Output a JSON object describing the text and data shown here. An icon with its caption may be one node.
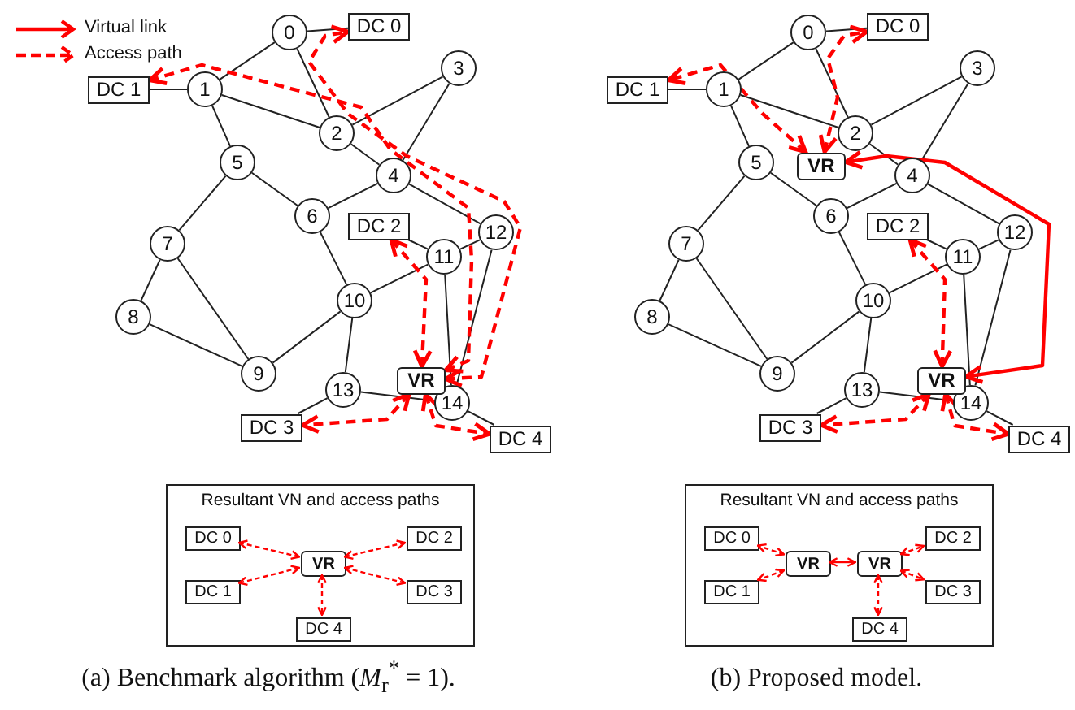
{
  "diagram": {
    "nodes": [
      {
        "text": [
          "0"
        ]
      },
      {
        "text": [
          "1"
        ]
      },
      {
        "text": [
          "2"
        ]
      },
      {
        "text": [
          "3"
        ]
      },
      {
        "text": [
          "4"
        ]
      },
      {
        "text": [
          "5"
        ]
      },
      {
        "text": [
          "6"
        ]
      },
      {
        "text": [
          "7"
        ]
      },
      {
        "text": [
          "8"
        ]
      },
      {
        "text": [
          "9"
        ]
      },
      {
        "text": [
          "10"
        ]
      },
      {
        "text": [
          "11"
        ]
      },
      {
        "text": [
          "12"
        ]
      },
      {
        "text": [
          "13"
        ]
      },
      {
        "text": [
          "14"
        ]
      },
      {
        "text": [
          "DC 0"
        ]
      },
      {
        "text": [
          "DC 1"
        ]
      },
      {
        "text": [
          "DC 2"
        ]
      },
      {
        "text": [
          "DC 3"
        ]
      },
      {
        "text": [
          "DC 4"
        ]
      },
      {
        "text": [
          "VR"
        ]
      },
      {
        "text": [
          "Resultant VN and access paths"
        ]
      },
      {
        "text": [
          "DC 0"
        ],
        "in": 21
      },
      {
        "text": [
          "DC 1"
        ],
        "in": 21
      },
      {
        "text": [
          "DC 2"
        ],
        "in": 21
      },
      {
        "text": [
          "DC 3"
        ],
        "in": 21
      },
      {
        "text": [
          "DC 4"
        ],
        "in": 21
      },
      {
        "text": [
          "VR"
        ],
        "in": 21
      },
      {
        "text": [
          "0"
        ]
      },
      {
        "text": [
          "1"
        ]
      },
      {
        "text": [
          "2"
        ]
      },
      {
        "text": [
          "3"
        ]
      },
      {
        "text": [
          "4"
        ]
      },
      {
        "text": [
          "5"
        ]
      },
      {
        "text": [
          "6"
        ]
      },
      {
        "text": [
          "7"
        ]
      },
      {
        "text": [
          "8"
        ]
      },
      {
        "text": [
          "9"
        ]
      },
      {
        "text": [
          "10"
        ]
      },
      {
        "text": [
          "11"
        ]
      },
      {
        "text": [
          "12"
        ]
      },
      {
        "text": [
          "13"
        ]
      },
      {
        "text": [
          "14"
        ]
      },
      {
        "text": [
          "DC 0"
        ]
      },
      {
        "text": [
          "DC 1"
        ]
      },
      {
        "text": [
          "DC 2"
        ]
      },
      {
        "text": [
          "DC 3"
        ]
      },
      {
        "text": [
          "DC 4"
        ]
      },
      {
        "text": [
          "VR"
        ]
      },
      {
        "text": [
          "VR"
        ]
      },
      {
        "text": [
          "Resultant VN and access paths"
        ]
      },
      {
        "text": [
          "DC 0"
        ],
        "in": 50
      },
      {
        "text": [
          "DC 1"
        ],
        "in": 50
      },
      {
        "text": [
          "VR"
        ],
        "in": 50
      },
      {
        "text": [
          "VR"
        ],
        "in": 50
      },
      {
        "text": [
          "DC 2"
        ],
        "in": 50
      },
      {
        "text": [
          "DC 3"
        ],
        "in": 50
      },
      {
        "text": [
          "DC 4"
        ],
        "in": 50
      }
    ],
    "edges": [
      {
        "from": 0,
        "to": 1,
        "arrow": "none"
      },
      {
        "from": 0,
        "to": 2,
        "arrow": "none"
      },
      {
        "from": 1,
        "to": 2,
        "arrow": "none"
      },
      {
        "from": 1,
        "to": 5,
        "arrow": "none"
      },
      {
        "from": 2,
        "to": 3,
        "arrow": "none"
      },
      {
        "from": 2,
        "to": 4,
        "arrow": "none"
      },
      {
        "from": 3,
        "to": 4,
        "arrow": "none"
      },
      {
        "from": 4,
        "to": 6,
        "arrow": "none"
      },
      {
        "from": 4,
        "to": 12,
        "arrow": "none"
      },
      {
        "from": 5,
        "to": 6,
        "arrow": "none"
      },
      {
        "from": 5,
        "to": 7,
        "arrow": "none"
      },
      {
        "from": 6,
        "to": 10,
        "arrow": "none"
      },
      {
        "from": 7,
        "to": 8,
        "arrow": "none"
      },
      {
        "from": 7,
        "to": 9,
        "arrow": "none"
      },
      {
        "from": 8,
        "to": 9,
        "arrow": "none"
      },
      {
        "from": 9,
        "to": 10,
        "arrow": "none"
      },
      {
        "from": 10,
        "to": 11,
        "arrow": "none"
      },
      {
        "from": 10,
        "to": 13,
        "arrow": "none"
      },
      {
        "from": 11,
        "to": 12,
        "arrow": "none"
      },
      {
        "from": 11,
        "to": 14,
        "arrow": "none"
      },
      {
        "from": 12,
        "to": 14,
        "arrow": "none"
      },
      {
        "from": 13,
        "to": 14,
        "arrow": "none"
      },
      {
        "from": 15,
        "to": 0,
        "arrow": "none"
      },
      {
        "from": 16,
        "to": 1,
        "arrow": "none"
      },
      {
        "from": 17,
        "to": 11,
        "arrow": "none"
      },
      {
        "from": 18,
        "to": 13,
        "arrow": "none"
      },
      {
        "from": 19,
        "to": 14,
        "arrow": "none"
      },
      {
        "from": 20,
        "to": 15,
        "arrow": "both",
        "style": "dashed",
        "color": "#ff0000"
      },
      {
        "from": 20,
        "to": 16,
        "arrow": "both",
        "style": "dashed",
        "color": "#ff0000"
      },
      {
        "from": 20,
        "to": 17,
        "arrow": "both",
        "style": "dashed",
        "color": "#ff0000"
      },
      {
        "from": 20,
        "to": 18,
        "arrow": "both",
        "style": "dashed",
        "color": "#ff0000"
      },
      {
        "from": 20,
        "to": 19,
        "arrow": "both",
        "style": "dashed",
        "color": "#ff0000"
      },
      {
        "from": 27,
        "to": 22,
        "arrow": "both",
        "style": "dashed",
        "color": "#ff0000"
      },
      {
        "from": 27,
        "to": 23,
        "arrow": "both",
        "style": "dashed",
        "color": "#ff0000"
      },
      {
        "from": 27,
        "to": 24,
        "arrow": "both",
        "style": "dashed",
        "color": "#ff0000"
      },
      {
        "from": 27,
        "to": 25,
        "arrow": "both",
        "style": "dashed",
        "color": "#ff0000"
      },
      {
        "from": 27,
        "to": 26,
        "arrow": "both",
        "style": "dashed",
        "color": "#ff0000"
      },
      {
        "from": 28,
        "to": 29,
        "arrow": "none"
      },
      {
        "from": 28,
        "to": 30,
        "arrow": "none"
      },
      {
        "from": 29,
        "to": 30,
        "arrow": "none"
      },
      {
        "from": 29,
        "to": 33,
        "arrow": "none"
      },
      {
        "from": 30,
        "to": 31,
        "arrow": "none"
      },
      {
        "from": 30,
        "to": 32,
        "arrow": "none"
      },
      {
        "from": 31,
        "to": 32,
        "arrow": "none"
      },
      {
        "from": 32,
        "to": 34,
        "arrow": "none"
      },
      {
        "from": 32,
        "to": 40,
        "arrow": "none"
      },
      {
        "from": 33,
        "to": 34,
        "arrow": "none"
      },
      {
        "from": 33,
        "to": 35,
        "arrow": "none"
      },
      {
        "from": 34,
        "to": 38,
        "arrow": "none"
      },
      {
        "from": 35,
        "to": 36,
        "arrow": "none"
      },
      {
        "from": 35,
        "to": 37,
        "arrow": "none"
      },
      {
        "from": 36,
        "to": 37,
        "arrow": "none"
      },
      {
        "from": 37,
        "to": 38,
        "arrow": "none"
      },
      {
        "from": 38,
        "to": 39,
        "arrow": "none"
      },
      {
        "from": 38,
        "to": 41,
        "arrow": "none"
      },
      {
        "from": 39,
        "to": 40,
        "arrow": "none"
      },
      {
        "from": 39,
        "to": 42,
        "arrow": "none"
      },
      {
        "from": 40,
        "to": 42,
        "arrow": "none"
      },
      {
        "from": 41,
        "to": 42,
        "arrow": "none"
      },
      {
        "from": 43,
        "to": 28,
        "arrow": "none"
      },
      {
        "from": 44,
        "to": 29,
        "arrow": "none"
      },
      {
        "from": 45,
        "to": 39,
        "arrow": "none"
      },
      {
        "from": 46,
        "to": 41,
        "arrow": "none"
      },
      {
        "from": 47,
        "to": 42,
        "arrow": "none"
      },
      {
        "from": 48,
        "to": 43,
        "arrow": "both",
        "style": "dashed",
        "color": "#ff0000"
      },
      {
        "from": 48,
        "to": 44,
        "arrow": "both",
        "style": "dashed",
        "color": "#ff0000"
      },
      {
        "from": 48,
        "to": 49,
        "arrow": "both",
        "color": "#ff0000"
      },
      {
        "from": 49,
        "to": 45,
        "arrow": "both",
        "style": "dashed",
        "color": "#ff0000"
      },
      {
        "from": 49,
        "to": 46,
        "arrow": "both",
        "style": "dashed",
        "color": "#ff0000"
      },
      {
        "from": 49,
        "to": 47,
        "arrow": "both",
        "style": "dashed",
        "color": "#ff0000"
      },
      {
        "from": 53,
        "to": 51,
        "arrow": "both",
        "style": "dashed",
        "color": "#ff0000"
      },
      {
        "from": 53,
        "to": 52,
        "arrow": "both",
        "style": "dashed",
        "color": "#ff0000"
      },
      {
        "from": 53,
        "to": 54,
        "arrow": "both",
        "color": "#ff0000"
      },
      {
        "from": 54,
        "to": 55,
        "arrow": "both",
        "style": "dashed",
        "color": "#ff0000"
      },
      {
        "from": 54,
        "to": 56,
        "arrow": "both",
        "style": "dashed",
        "color": "#ff0000"
      },
      {
        "from": 54,
        "to": 57,
        "arrow": "both",
        "style": "dashed",
        "color": "#ff0000"
      }
    ],
    "labels": [
      "(a) Benchmark algorithm (*M*$_{r}$$^{*}$ = 1).",
      "(b) Proposed model."
    ],
    "legend": [
      {
        "text": "Virtual link"
      },
      {
        "text": "Access path"
      }
    ]
  }
}
